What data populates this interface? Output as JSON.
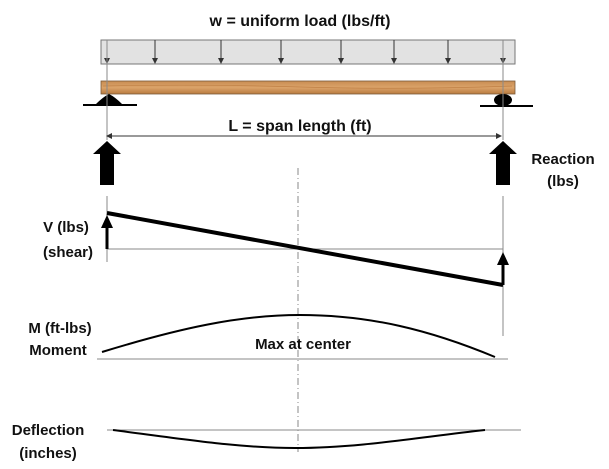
{
  "labels": {
    "load": "w = uniform load (lbs/ft)",
    "span": "L = span length (ft)",
    "reaction_line1": "Reaction",
    "reaction_line2": "(lbs)",
    "shear_line1": "V (lbs)",
    "shear_line2": "(shear)",
    "moment_line1": "M (ft-lbs)",
    "moment_line2": "Moment",
    "moment_note": "Max at center",
    "deflection_line1": "Deflection",
    "deflection_line2": "(inches)"
  },
  "colors": {
    "load_fill": "#e2e2e2",
    "beam_wood": "#d49a5c",
    "beam_wood_dark": "#b97a3e",
    "guide_line": "#8a8a8a",
    "ink": "#000000"
  }
}
